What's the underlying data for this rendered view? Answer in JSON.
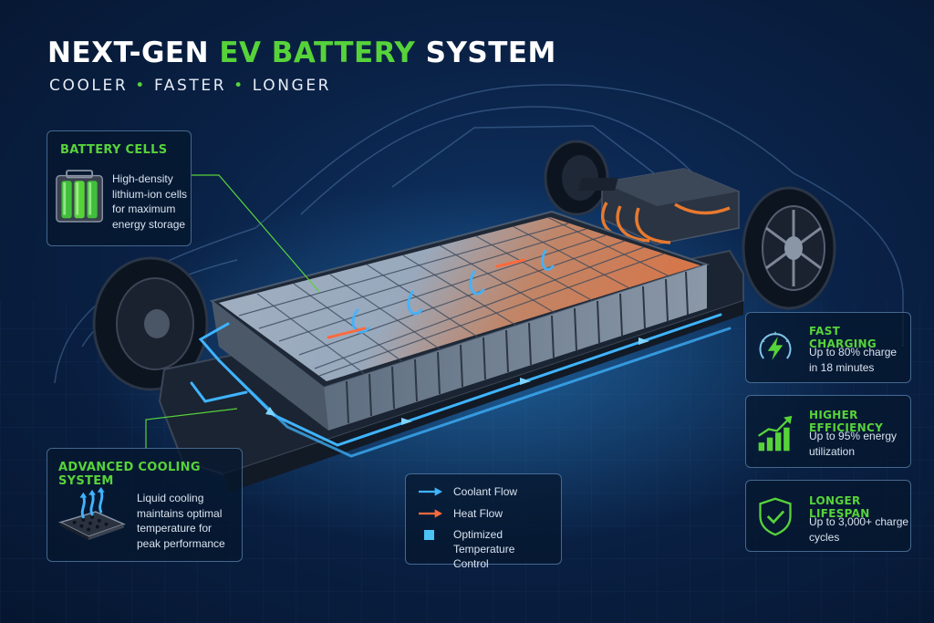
{
  "header": {
    "title_part1": "NEXT-GEN ",
    "title_accent": "EV BATTERY",
    "title_part2": " SYSTEM",
    "subtitle_cooler": "COOLER",
    "subtitle_faster": "FASTER",
    "subtitle_longer": "LONGER",
    "separator": "•"
  },
  "callouts": {
    "battery_cells": {
      "title": "BATTERY CELLS",
      "lines": [
        "High-density",
        "lithium-ion cells",
        "for maximum",
        "energy storage"
      ],
      "icon": "battery-cells-icon"
    },
    "cooling": {
      "title": "ADVANCED COOLING SYSTEM",
      "lines": [
        "Liquid cooling",
        "maintains optimal",
        "temperature for",
        "peak performance"
      ],
      "icon": "cooling-plate-icon"
    }
  },
  "features": [
    {
      "title": "FAST CHARGING",
      "lines": [
        "Up to 80% charge",
        "in 18 minutes"
      ],
      "icon": "lightning-gauge-icon"
    },
    {
      "title": "HIGHER EFFICIENCY",
      "lines": [
        "Up to 95% energy",
        "utilization"
      ],
      "icon": "growth-bars-icon"
    },
    {
      "title": "LONGER LIFESPAN",
      "lines": [
        "Up to 3,000+ charge",
        "cycles"
      ],
      "icon": "shield-check-icon"
    }
  ],
  "legend": {
    "coolant": "Coolant Flow",
    "heat": "Heat Flow",
    "temp_line1": "Optimized Temperature",
    "temp_line2": "Control"
  },
  "colors": {
    "accent_green": "#57d33a",
    "coolant_blue": "#3fb4ff",
    "heat_orange": "#ff6a3d",
    "background": "#0a2247"
  }
}
